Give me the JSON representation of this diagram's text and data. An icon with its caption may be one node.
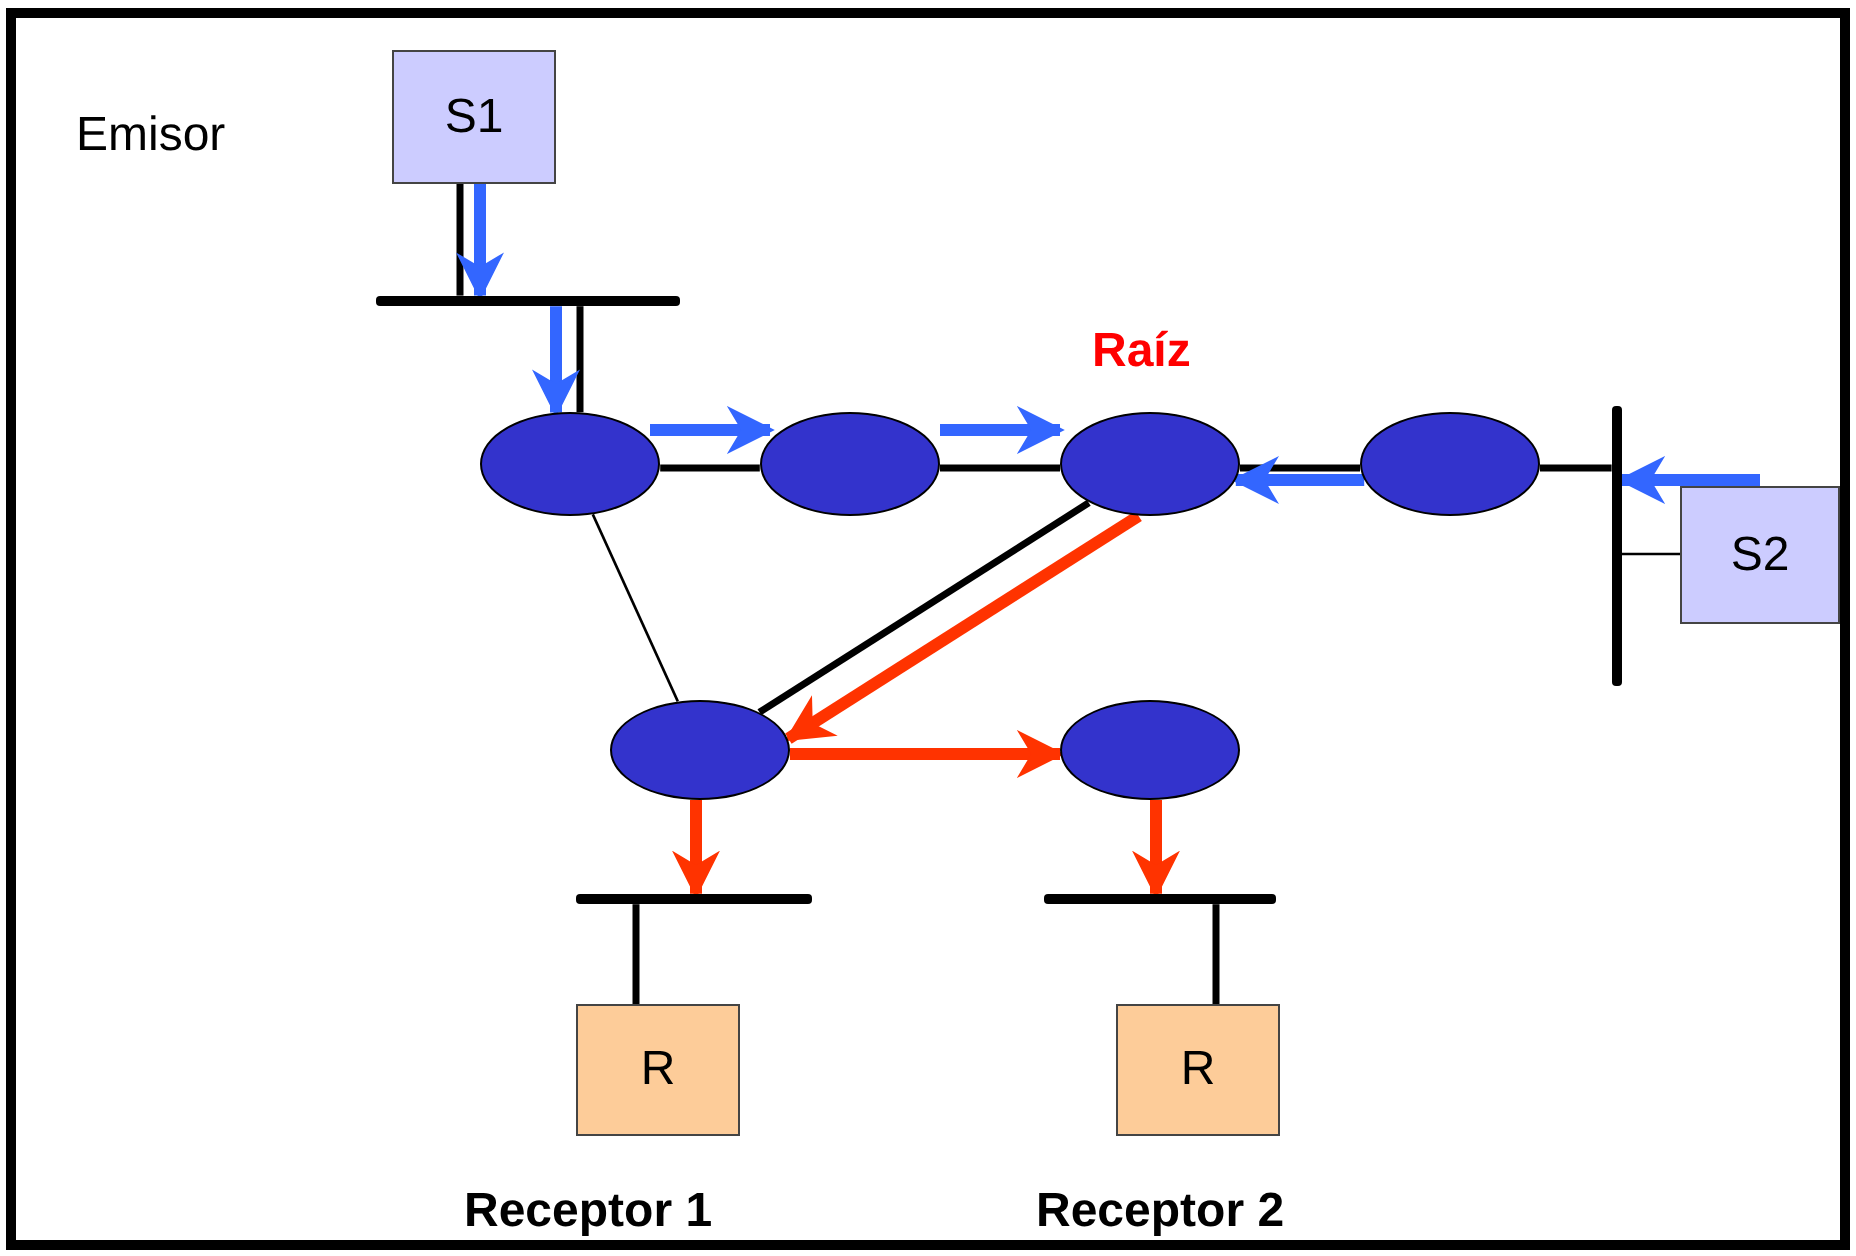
{
  "diagram": {
    "nodes": [
      {
        "text": [
          "S1"
        ]
      },
      {
        "text": [],
        "shape": "bar"
      },
      {
        "text": [],
        "shape": "ellipse"
      },
      {
        "text": [],
        "shape": "ellipse"
      },
      {
        "text": [],
        "shape": "ellipse",
        "beside": [
          "Raíz"
        ]
      },
      {
        "text": [],
        "shape": "ellipse"
      },
      {
        "text": [],
        "shape": "bar"
      },
      {
        "text": [
          "S2"
        ]
      },
      {
        "text": [],
        "shape": "ellipse"
      },
      {
        "text": [],
        "shape": "ellipse"
      },
      {
        "text": [],
        "shape": "bar"
      },
      {
        "text": [],
        "shape": "bar"
      },
      {
        "text": [
          "R"
        ],
        "beside": [
          "Receptor 1"
        ]
      },
      {
        "text": [
          "R"
        ],
        "beside": [
          "Receptor 2"
        ]
      }
    ],
    "edges": [
      {
        "from": 0,
        "to": 1,
        "arrow": "none"
      },
      {
        "from": 1,
        "to": 2,
        "arrow": "none"
      },
      {
        "from": 2,
        "to": 3,
        "arrow": "none"
      },
      {
        "from": 3,
        "to": 4,
        "arrow": "none"
      },
      {
        "from": 4,
        "to": 5,
        "arrow": "none"
      },
      {
        "from": 5,
        "to": 6,
        "arrow": "none"
      },
      {
        "from": 6,
        "to": 7,
        "arrow": "none"
      },
      {
        "from": 2,
        "to": 8,
        "arrow": "none"
      },
      {
        "from": 4,
        "to": 8,
        "arrow": "none"
      },
      {
        "from": 10,
        "to": 12,
        "arrow": "none"
      },
      {
        "from": 11,
        "to": 13,
        "arrow": "none"
      },
      {
        "from": 0,
        "to": 1,
        "arrow": "to",
        "color": "#3366ff"
      },
      {
        "from": 1,
        "to": 2,
        "arrow": "to",
        "color": "#3366ff"
      },
      {
        "from": 2,
        "to": 3,
        "arrow": "to",
        "color": "#3366ff"
      },
      {
        "from": 3,
        "to": 4,
        "arrow": "to",
        "color": "#3366ff"
      },
      {
        "from": 5,
        "to": 4,
        "arrow": "to",
        "color": "#3366ff"
      },
      {
        "from": 7,
        "to": 6,
        "arrow": "to",
        "color": "#3366ff"
      },
      {
        "from": 4,
        "to": 8,
        "arrow": "to",
        "color": "#ff3300"
      },
      {
        "from": 8,
        "to": 9,
        "arrow": "to",
        "color": "#ff3300"
      },
      {
        "from": 8,
        "to": 10,
        "arrow": "to",
        "color": "#ff3300"
      },
      {
        "from": 9,
        "to": 11,
        "arrow": "to",
        "color": "#ff3300"
      }
    ],
    "labels": [
      "Emisor"
    ]
  }
}
